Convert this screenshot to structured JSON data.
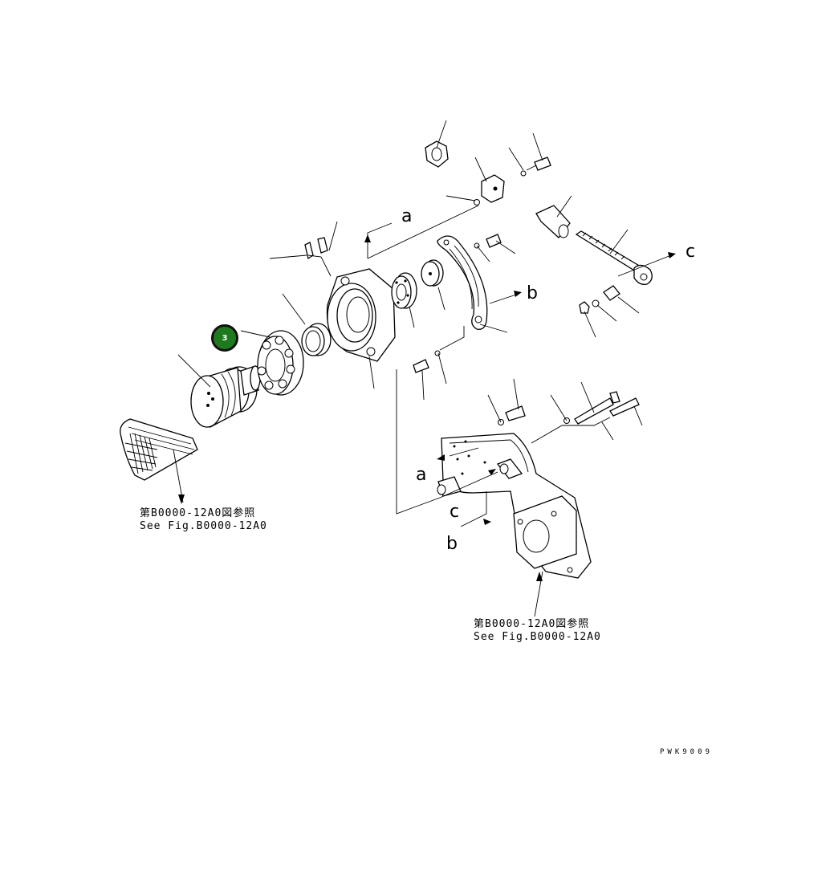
{
  "diagram": {
    "figure_code": "PWK9009",
    "reference_left": {
      "line_ja": "第B0000-12A0図参照",
      "line_en": "See Fig.B0000-12A0"
    },
    "reference_right": {
      "line_ja": "第B0000-12A0図参照",
      "line_en": "See Fig.B0000-12A0"
    },
    "callouts": {
      "a": "a",
      "b": "b",
      "c": "c"
    },
    "hotspot": {
      "label": "3",
      "color": "#1f7a1f"
    }
  }
}
